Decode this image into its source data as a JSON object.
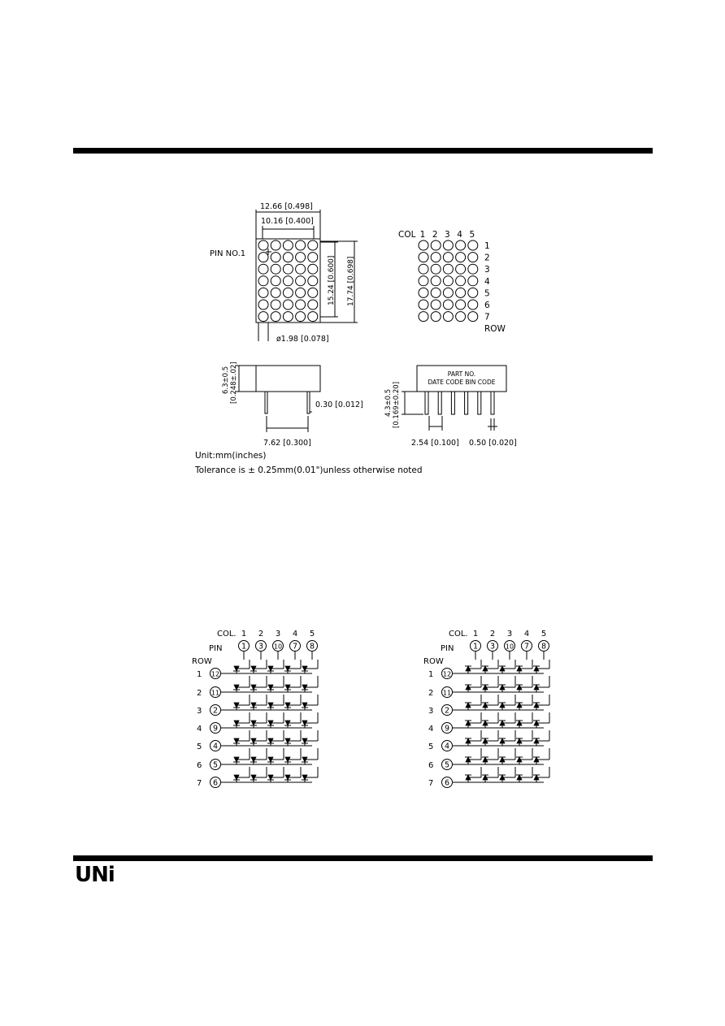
{
  "outline": {
    "dim_width": "12.66 [0.498]",
    "dim_inner_width": "10.16 [0.400]",
    "dim_height_inner": "15.24 [0.600]",
    "dim_height": "17.74 [0.698]",
    "dim_dot": "ø1.98 [0.078]",
    "pin_label": "PIN NO.1"
  },
  "matrix": {
    "col_label": "COL",
    "cols": [
      "1",
      "2",
      "3",
      "4",
      "5"
    ],
    "rows": [
      "1",
      "2",
      "3",
      "4",
      "5",
      "6",
      "7"
    ],
    "row_label": "ROW"
  },
  "side_view": {
    "dim_height": "6.3±0.5",
    "dim_height_in": "[0.248±.02]",
    "dim_pin": "0.30 [0.012]",
    "dim_pitch": "7.62 [0.300]"
  },
  "front_view": {
    "part_no": "PART NO.",
    "codes": "DATE CODE BIN CODE",
    "dim_height": "4.3±0.5",
    "dim_height_in": "[0.169±0.20]",
    "dim_pitch": "2.54 [0.100]",
    "dim_pin": "0.50 [0.020]"
  },
  "notes": {
    "unit": "Unit:mm(inches)",
    "tolerance": "Tolerance is ± 0.25mm(0.01\")unless otherwise noted"
  },
  "circuit": {
    "col_label": "COL.",
    "pin_label": "PIN",
    "row_label": "ROW",
    "cols": [
      "1",
      "2",
      "3",
      "4",
      "5"
    ],
    "col_pins": [
      "1",
      "3",
      "10",
      "7",
      "8"
    ],
    "rows": [
      "1",
      "2",
      "3",
      "4",
      "5",
      "6",
      "7"
    ],
    "row_pins": [
      "12",
      "11",
      "2",
      "9",
      "4",
      "5",
      "6"
    ]
  },
  "logo": "UNi"
}
